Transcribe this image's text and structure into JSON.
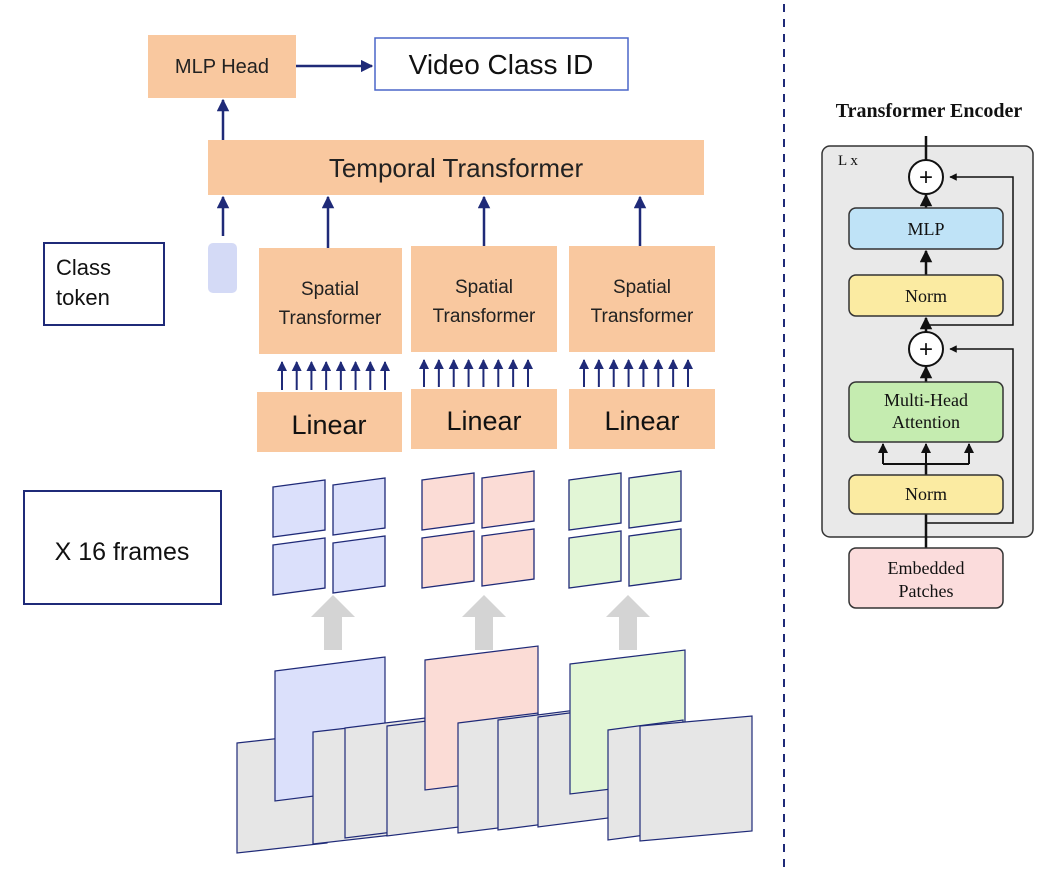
{
  "left": {
    "mlp_head": "MLP Head",
    "video_class_id": "Video Class ID",
    "temporal_transformer": "Temporal Transformer",
    "class_token_line1": "Class",
    "class_token_line2": "token",
    "spatial_line1": "Spatial",
    "spatial_line2": "Transformer",
    "linear": "Linear",
    "frames_label": "X 16 frames",
    "frame_colors": [
      "#dbe0fb",
      "#fbdcd6",
      "#e2f6d6"
    ]
  },
  "right": {
    "title": "Transformer Encoder",
    "repeat": "L x",
    "mlp": "MLP",
    "norm": "Norm",
    "attention_line1": "Multi-Head",
    "attention_line2": "Attention",
    "embedded_line1": "Embedded",
    "embedded_line2": "Patches",
    "plus": "+"
  },
  "colors": {
    "box_orange": "#f9c89f",
    "navy": "#1f2a78",
    "mlp_blue": "#bfe3f7",
    "norm_yellow": "#fbeba2",
    "attn_green": "#c5ecb0",
    "embed_pink": "#fbdcdc",
    "encoder_gray": "#e9e9e9",
    "frame_gray": "#e6e6e6"
  }
}
